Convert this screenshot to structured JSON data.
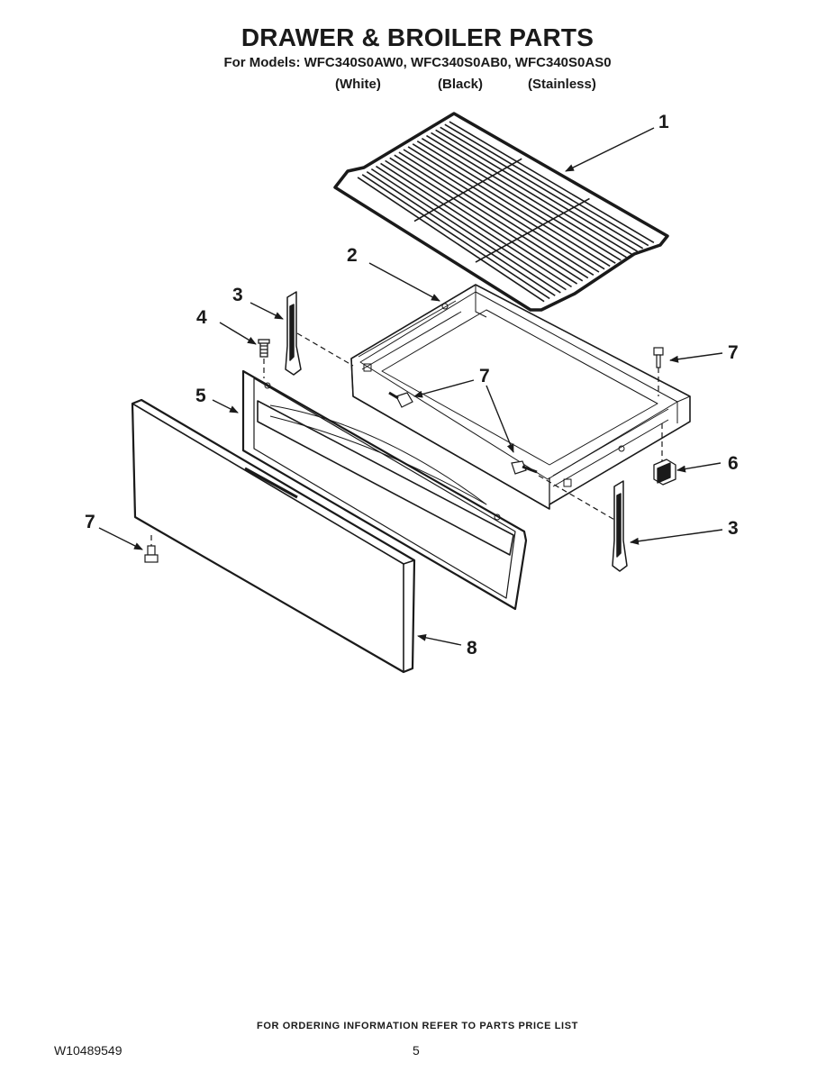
{
  "header": {
    "title": "DRAWER & BROILER PARTS",
    "models_line": "For Models: WFC340S0AW0, WFC340S0AB0, WFC340S0AS0",
    "variants": [
      "(White)",
      "(Black)",
      "(Stainless)"
    ]
  },
  "callouts": [
    {
      "label": "1",
      "part": "broiler-rack"
    },
    {
      "label": "2",
      "part": "drawer-body"
    },
    {
      "label": "3",
      "part": "drawer-slide-left"
    },
    {
      "label": "4",
      "part": "stud"
    },
    {
      "label": "5",
      "part": "drawer-inner-panel"
    },
    {
      "label": "7",
      "part": "screw-upper-right"
    },
    {
      "label": "7",
      "part": "screw-center"
    },
    {
      "label": "6",
      "part": "clip"
    },
    {
      "label": "3",
      "part": "drawer-slide-right"
    },
    {
      "label": "7",
      "part": "screw-lower-left"
    },
    {
      "label": "8",
      "part": "drawer-front-panel"
    }
  ],
  "footer": {
    "note": "FOR ORDERING INFORMATION REFER TO PARTS PRICE LIST",
    "doc_number": "W10489549",
    "page_number": "5"
  }
}
